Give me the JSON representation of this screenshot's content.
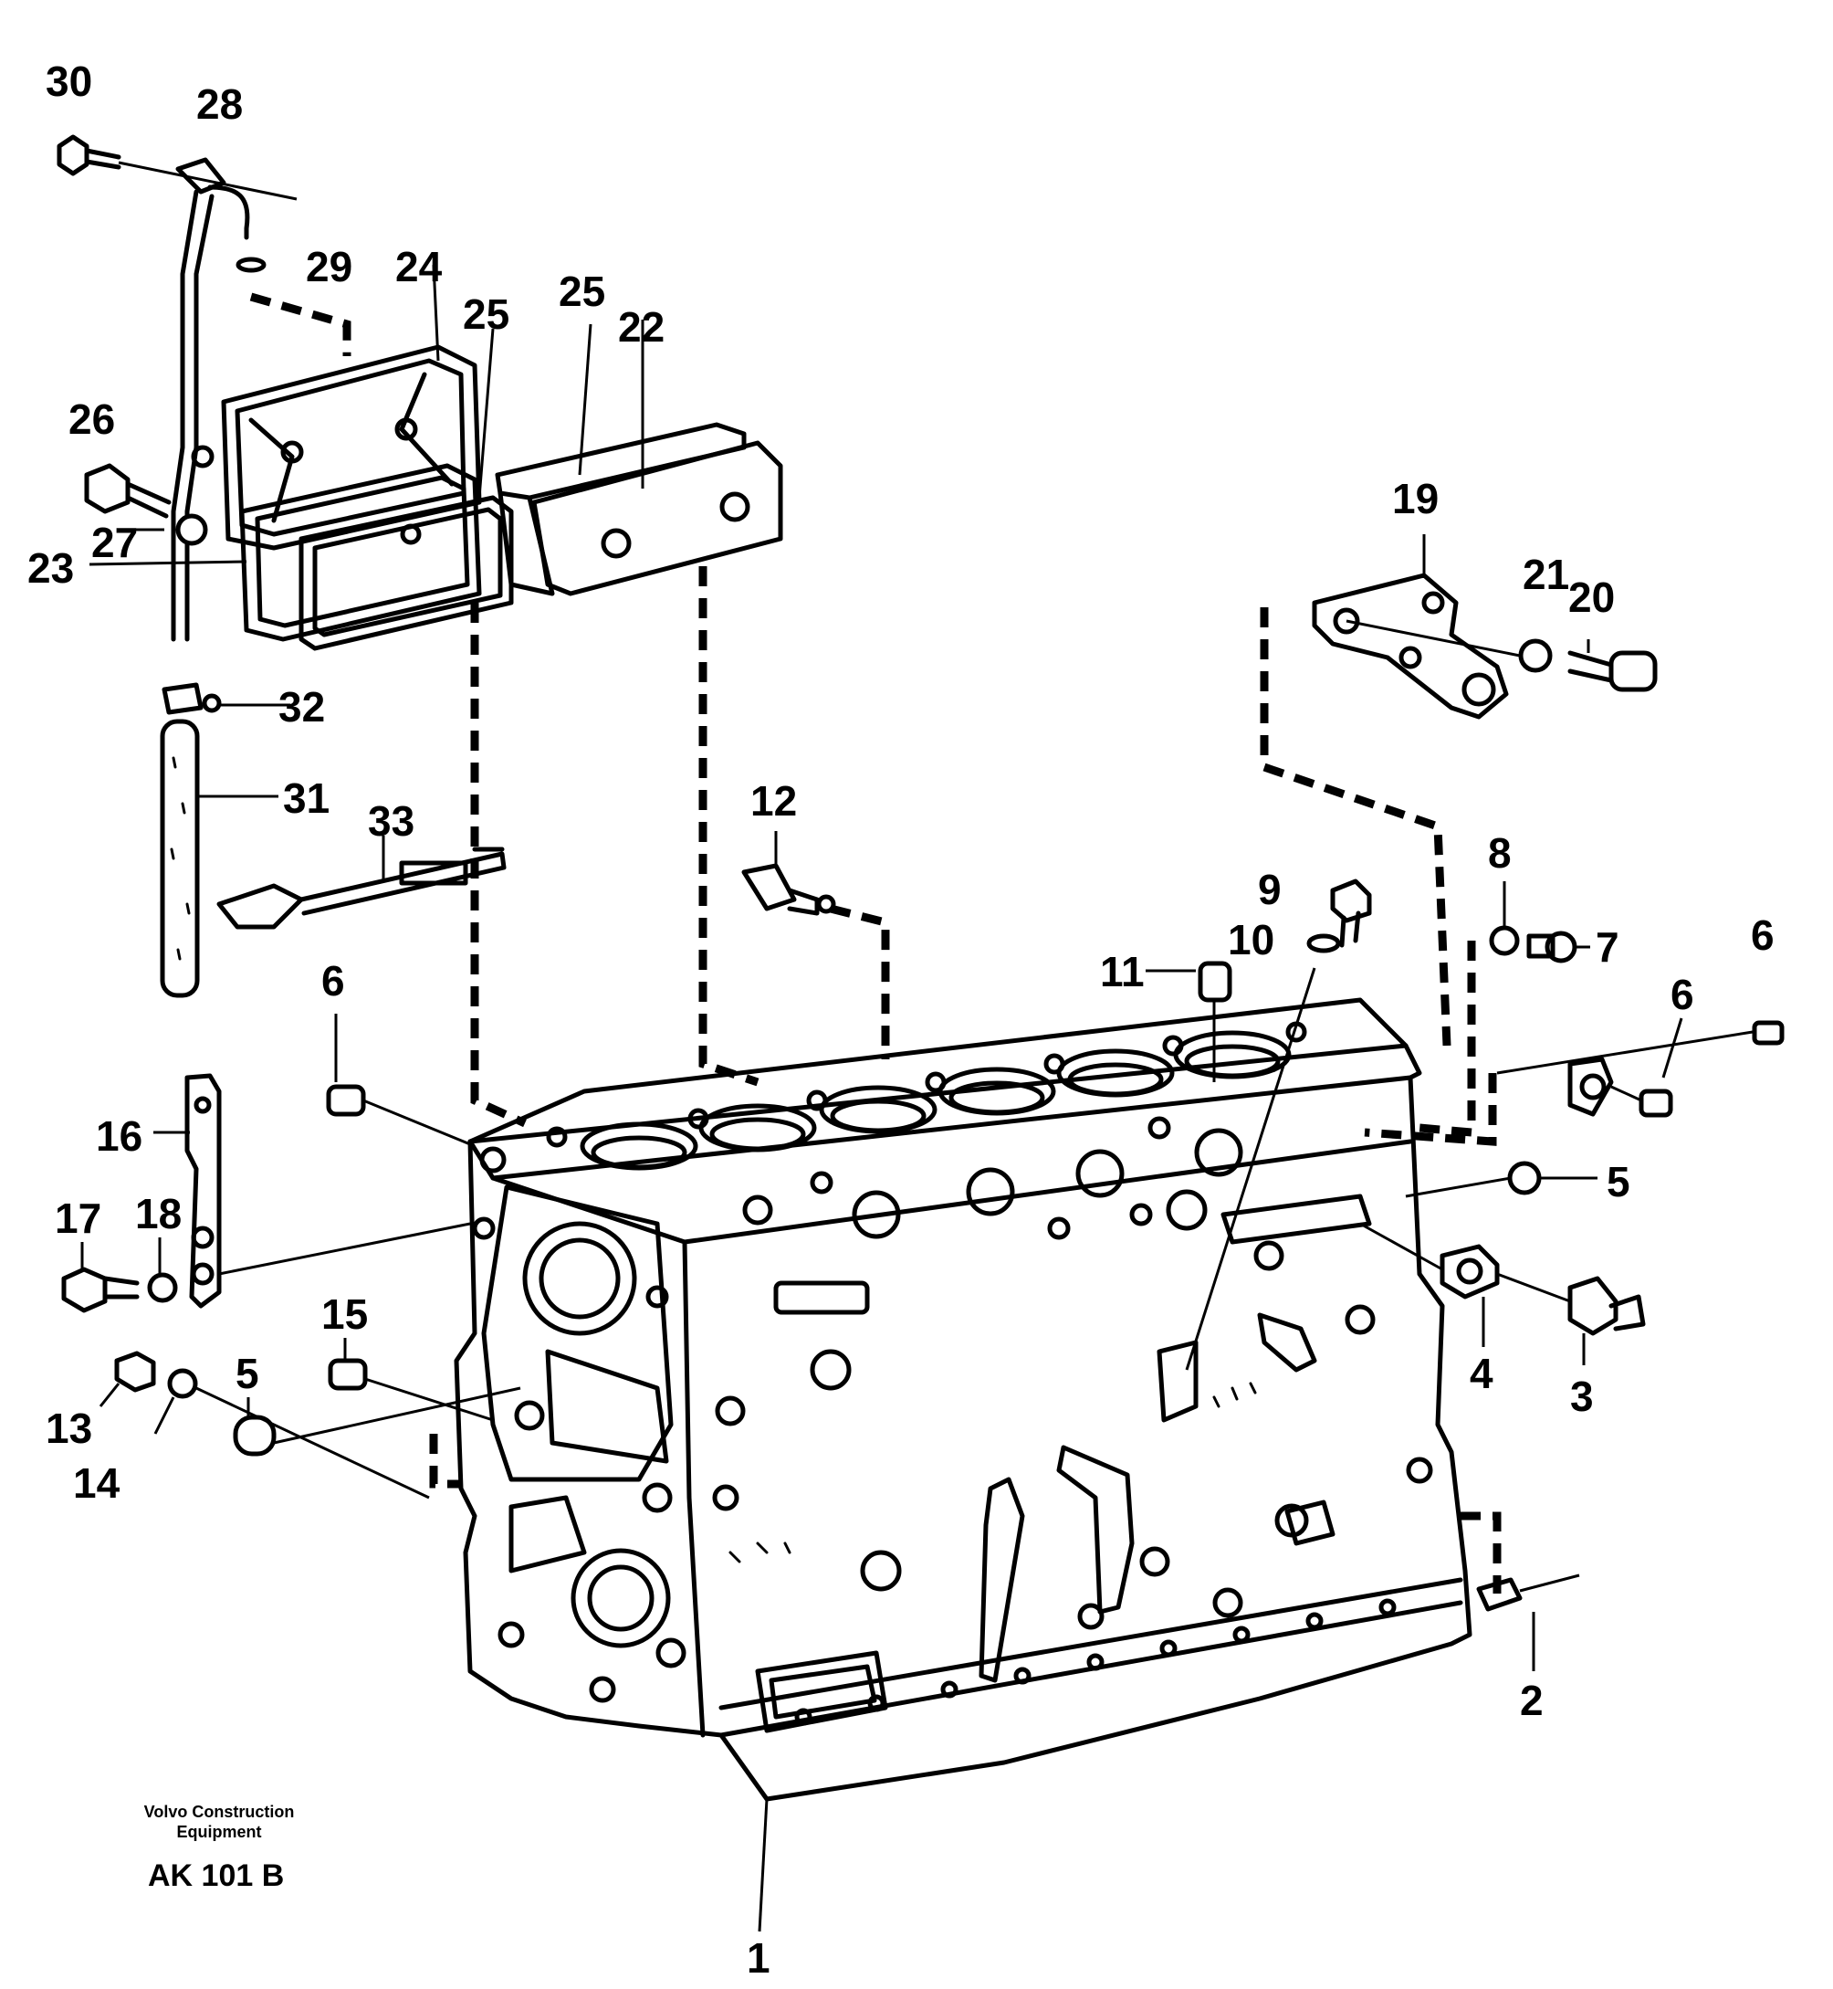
{
  "callouts": {
    "c1": "1",
    "c2": "2",
    "c3": "3",
    "c4": "4",
    "c5a": "5",
    "c5b": "5",
    "c6a": "6",
    "c6b": "6",
    "c6c": "6",
    "c7": "7",
    "c8": "8",
    "c9": "9",
    "c10": "10",
    "c11": "11",
    "c12": "12",
    "c13": "13",
    "c14": "14",
    "c15": "15",
    "c16": "16",
    "c17": "17",
    "c18": "18",
    "c19": "19",
    "c20": "20",
    "c21": "21",
    "c22": "22",
    "c23": "23",
    "c24": "24",
    "c25a": "25",
    "c25b": "25",
    "c26": "26",
    "c27": "27",
    "c28": "28",
    "c29": "29",
    "c30": "30",
    "c31": "31",
    "c32": "32",
    "c33": "33"
  },
  "footer": {
    "brand_line1": "Volvo Construction",
    "brand_line2": "Equipment",
    "figure_code": "AK 101 B"
  }
}
